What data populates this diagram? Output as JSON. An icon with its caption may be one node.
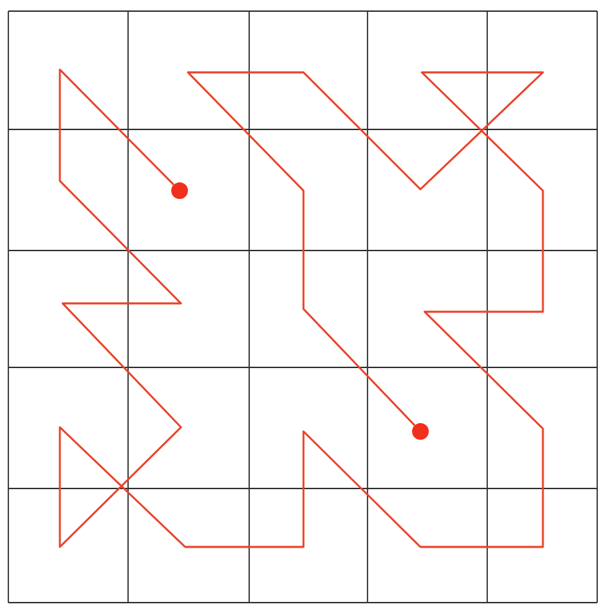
{
  "diagram": {
    "nodes": [
      {
        "text": [],
        "shape": "circle"
      },
      {
        "text": [],
        "shape": "circle"
      }
    ],
    "edges": [
      {
        "from": 0,
        "to": 1,
        "arrow": "none"
      }
    ]
  }
}
